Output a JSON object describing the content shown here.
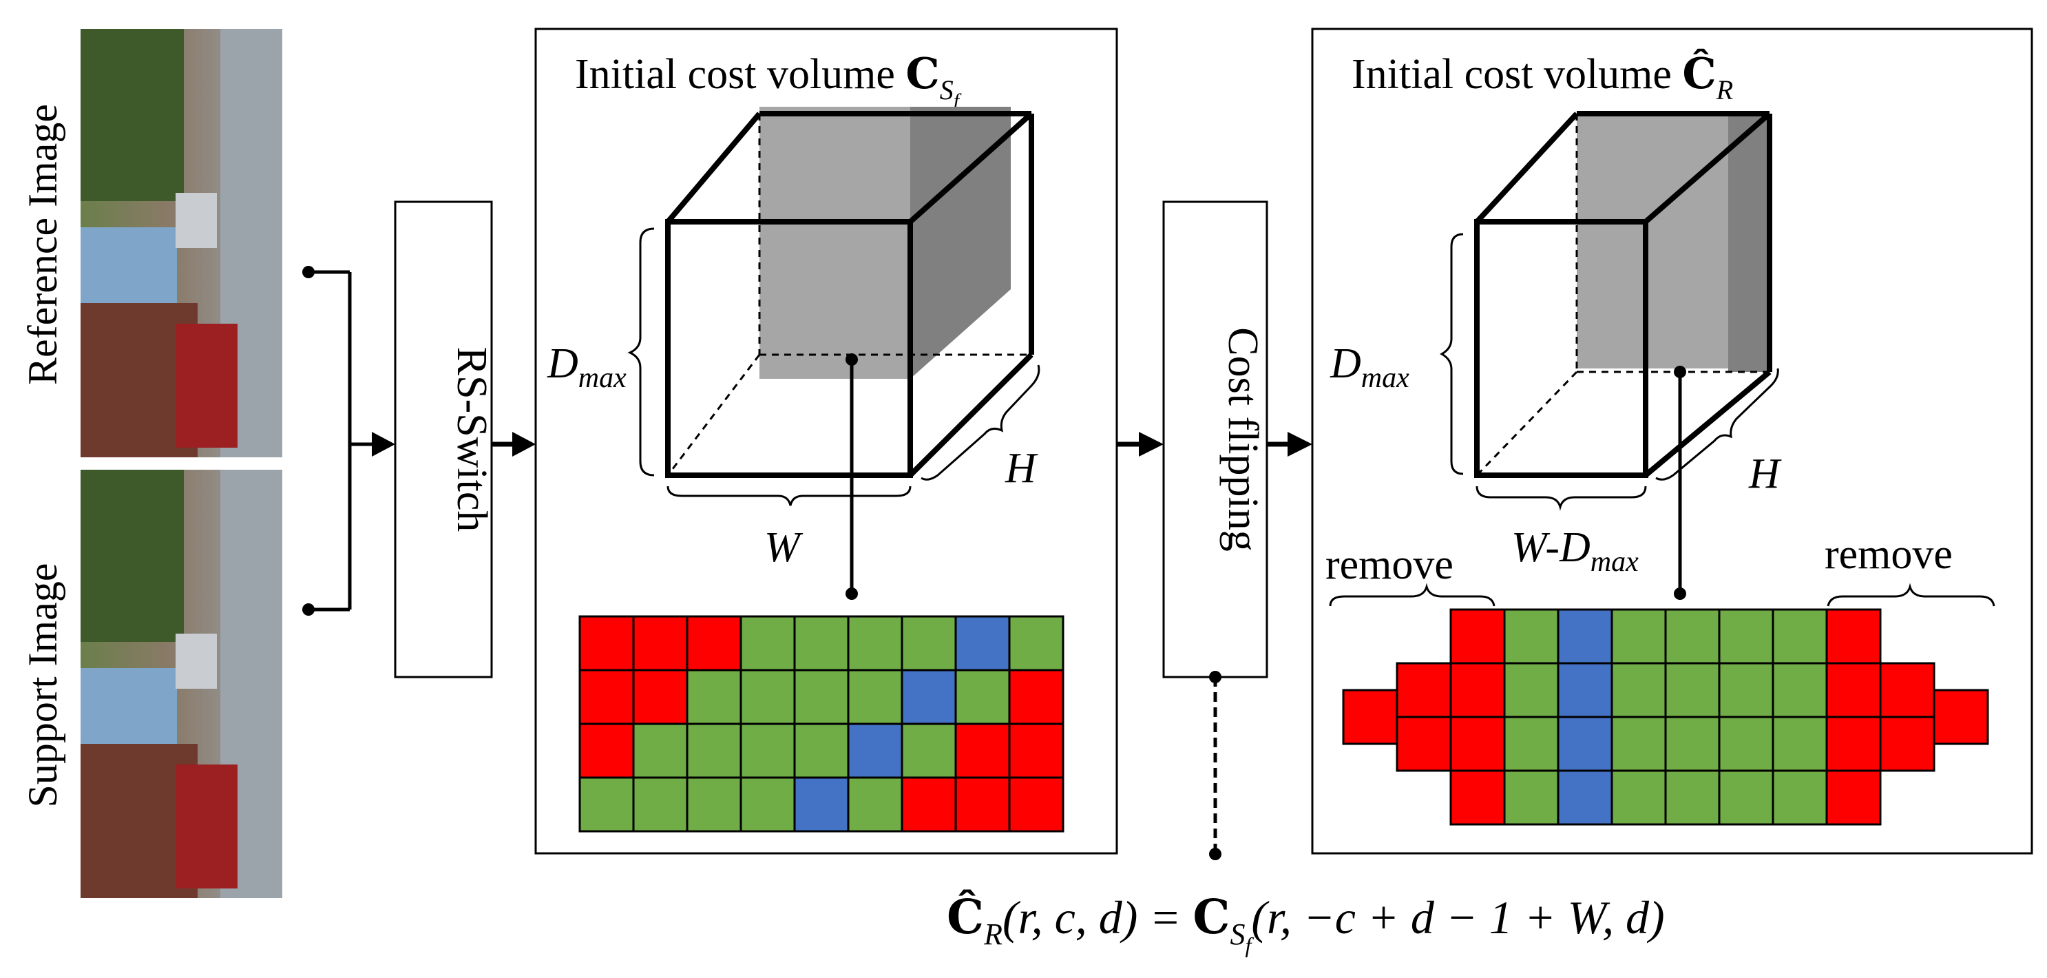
{
  "inputs": {
    "reference_label": "Reference Image",
    "support_label": "Support Image"
  },
  "blocks": {
    "switch_label": "RS-Switch",
    "flip_label": "Cost flipping"
  },
  "left_panel": {
    "title_text": "Initial cost volume ",
    "title_symbol": "C",
    "title_sub": "S",
    "title_subsub": "f",
    "dim_depth": "D",
    "dim_depth_sub": "max",
    "dim_width": "W",
    "dim_height": "H",
    "grid": [
      [
        "red",
        "red",
        "red",
        "green",
        "green",
        "green",
        "green",
        "blue",
        "green"
      ],
      [
        "red",
        "red",
        "green",
        "green",
        "green",
        "green",
        "blue",
        "green",
        "red"
      ],
      [
        "red",
        "green",
        "green",
        "green",
        "green",
        "blue",
        "green",
        "red",
        "red"
      ],
      [
        "green",
        "green",
        "green",
        "green",
        "blue",
        "green",
        "red",
        "red",
        "red"
      ]
    ]
  },
  "right_panel": {
    "title_text": "Initial cost volume ",
    "title_symbol": "Ĉ",
    "title_sub": "R",
    "dim_depth": "D",
    "dim_depth_sub": "max",
    "dim_width": "W-D",
    "dim_width_sub": "max",
    "dim_height": "H",
    "remove_left": "remove",
    "remove_right": "remove",
    "kept_grid": [
      [
        "green",
        "blue",
        "green",
        "green",
        "green",
        "green"
      ],
      [
        "green",
        "blue",
        "green",
        "green",
        "green",
        "green"
      ],
      [
        "green",
        "blue",
        "green",
        "green",
        "green",
        "green"
      ],
      [
        "green",
        "blue",
        "green",
        "green",
        "green",
        "green"
      ]
    ]
  },
  "formula": {
    "lhs_symbol": "Ĉ",
    "lhs_sub": "R",
    "lhs_args": "(r, c, d) = ",
    "rhs_symbol": "C",
    "rhs_sub": "S",
    "rhs_subsub": "f",
    "rhs_args": "(r, −c + d − 1 + W, d)"
  },
  "colors": {
    "red": "#FF0000",
    "green": "#70AD47",
    "blue": "#4472C4",
    "shade": "#A6A6A6",
    "shade_dark": "#808080"
  }
}
